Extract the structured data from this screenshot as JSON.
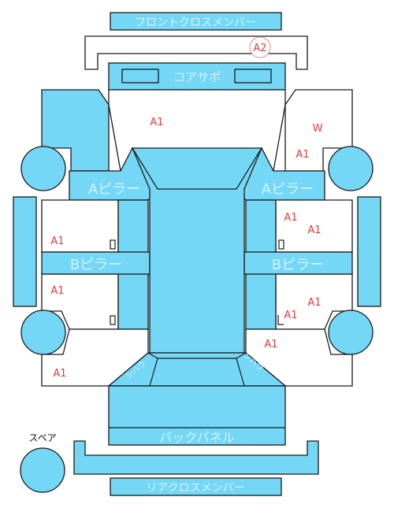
{
  "parts": {
    "front_cross_member": "フロントクロスメンバー",
    "core_support": "コアサポ",
    "a_pillar_left": "Aピラー",
    "a_pillar_right": "Aピラー",
    "b_pillar_left": "Bピラー",
    "b_pillar_right": "Bピラー",
    "back_panel": "バックパネル",
    "rear_cross_member": "リアクロスメンバー",
    "spare": "スペア",
    "rear_inner_left": "ンハウ",
    "rear_inner_right": "ンハウ"
  },
  "marks": {
    "front_cross_member": "A2",
    "hood": "A1",
    "right_front_fender_w": "W",
    "right_front_fender_a": "A1",
    "left_front_door": "A1",
    "left_rear_door": "A1",
    "left_rear_fender": "A1",
    "right_front_door_1": "A1",
    "right_front_door_2": "A1",
    "right_rear_door_1": "A1",
    "right_rear_door_2": "A1",
    "right_rear_fender": "A1"
  },
  "colors": {
    "part_fill": "#73d7f5",
    "outline": "#1a1a1a",
    "mark": "#e83a3a",
    "mark_circle": "#f2a0a0"
  }
}
